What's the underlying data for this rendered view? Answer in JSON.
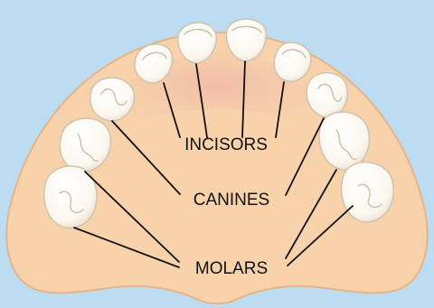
{
  "labels": {
    "incisors": "INCISORS",
    "canines": "CANINES",
    "molars": "MOLARS"
  },
  "colors": {
    "background": "#bcdcf2",
    "palate": "#f7d2aa",
    "palate_edge": "#e6b487",
    "gum": "#f0b8a8",
    "tooth": "#ffffff",
    "tooth_edge": "#cfc3b0",
    "tooth_shade": "#f3ecdf",
    "leader_line": "#111111"
  }
}
